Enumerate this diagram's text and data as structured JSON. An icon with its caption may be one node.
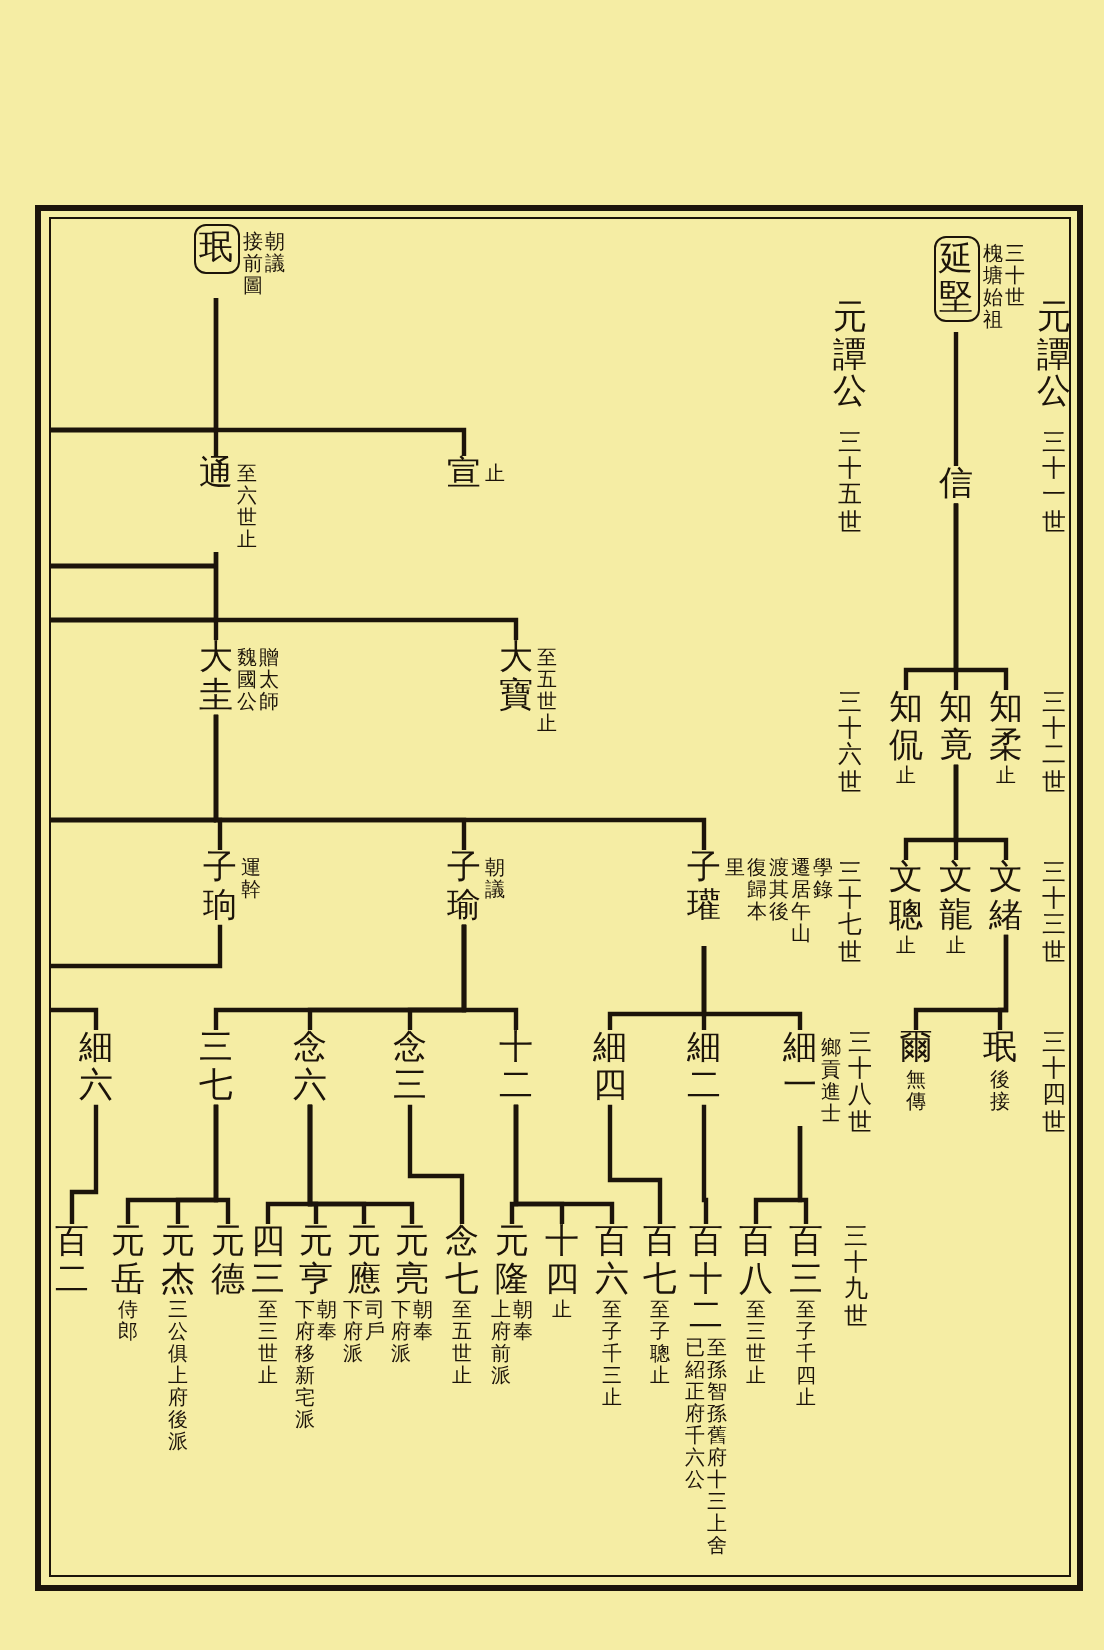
{
  "diagram": {
    "nodes": [
      {
        "text": [
          "延堅"
        ],
        "beside": [
          "三十世",
          "槐塘始祖"
        ]
      },
      {
        "text": [
          "信"
        ]
      },
      {
        "text": [
          "知柔"
        ],
        "beside": [
          "止"
        ]
      },
      {
        "text": [
          "知竟"
        ]
      },
      {
        "text": [
          "知侃"
        ],
        "beside": [
          "止"
        ]
      },
      {
        "text": [
          "文緒"
        ]
      },
      {
        "text": [
          "文龍"
        ],
        "beside": [
          "止"
        ]
      },
      {
        "text": [
          "文聰"
        ],
        "beside": [
          "止"
        ]
      },
      {
        "text": [
          "珉"
        ],
        "beside": [
          "後接"
        ]
      },
      {
        "text": [
          "爾"
        ],
        "beside": [
          "無傳"
        ]
      },
      {
        "text": [
          "珉"
        ],
        "beside": [
          "朝議",
          "接前圖"
        ]
      },
      {
        "text": [
          "宣"
        ],
        "beside": [
          "止"
        ]
      },
      {
        "text": [
          "通"
        ],
        "beside": [
          "至六世止"
        ]
      },
      {
        "text": [
          "大寶"
        ],
        "beside": [
          "至五世止"
        ]
      },
      {
        "text": [
          "大圭"
        ],
        "beside": [
          "贈太師",
          "魏國公"
        ]
      },
      {
        "text": [
          "子瓘"
        ],
        "beside": [
          "學錄",
          "遷居午山",
          "渡其後",
          "復歸本",
          "里"
        ]
      },
      {
        "text": [
          "子瑜"
        ],
        "beside": [
          "朝議"
        ]
      },
      {
        "text": [
          "子珦"
        ],
        "beside": [
          "運幹"
        ]
      },
      {
        "text": [
          "細一"
        ],
        "beside": [
          "鄉貢進士"
        ]
      },
      {
        "text": [
          "細二"
        ]
      },
      {
        "text": [
          "細四"
        ]
      },
      {
        "text": [
          "十二"
        ]
      },
      {
        "text": [
          "念三"
        ]
      },
      {
        "text": [
          "念六"
        ]
      },
      {
        "text": [
          "三七"
        ]
      },
      {
        "text": [
          "細六"
        ]
      },
      {
        "text": [
          "百三"
        ],
        "beside": [
          "至子千四止"
        ]
      },
      {
        "text": [
          "百八"
        ],
        "beside": [
          "至三世止"
        ]
      },
      {
        "text": [
          "百十二"
        ],
        "beside": [
          "至孫智孫舊府十三上舍",
          "已紹正府千六公"
        ]
      },
      {
        "text": [
          "百七"
        ],
        "beside": [
          "至子聰止"
        ]
      },
      {
        "text": [
          "百六"
        ],
        "beside": [
          "至子千三止"
        ]
      },
      {
        "text": [
          "十四"
        ],
        "beside": [
          "止"
        ]
      },
      {
        "text": [
          "元隆"
        ],
        "beside": [
          "朝奉",
          "上府前派"
        ]
      },
      {
        "text": [
          "念七"
        ],
        "beside": [
          "至五世止"
        ]
      },
      {
        "text": [
          "元亮"
        ],
        "beside": [
          "朝奉",
          "下府派"
        ]
      },
      {
        "text": [
          "元應"
        ],
        "beside": [
          "司戶",
          "下府派"
        ]
      },
      {
        "text": [
          "元亨"
        ],
        "beside": [
          "朝奉",
          "下府移新宅派"
        ]
      },
      {
        "text": [
          "四三"
        ],
        "beside": [
          "至三世止"
        ]
      },
      {
        "text": [
          "元德"
        ]
      },
      {
        "text": [
          "元杰"
        ],
        "beside": [
          "三公俱上府後派"
        ]
      },
      {
        "text": [
          "元岳"
        ],
        "beside": [
          "侍郎"
        ]
      },
      {
        "text": [
          "百二"
        ]
      }
    ],
    "edges": [
      {
        "from": 0,
        "to": 1,
        "arrow": "none"
      },
      {
        "from": 1,
        "to": 2,
        "arrow": "none"
      },
      {
        "from": 1,
        "to": 3,
        "arrow": "none"
      },
      {
        "from": 1,
        "to": 4,
        "arrow": "none"
      },
      {
        "from": 3,
        "to": 5,
        "arrow": "none"
      },
      {
        "from": 3,
        "to": 6,
        "arrow": "none"
      },
      {
        "from": 3,
        "to": 7,
        "arrow": "none"
      },
      {
        "from": 5,
        "to": 8,
        "arrow": "none"
      },
      {
        "from": 5,
        "to": 9,
        "arrow": "none"
      },
      {
        "from": 10,
        "to": 12,
        "arrow": "none"
      },
      {
        "from": 10,
        "to": 11,
        "arrow": "none"
      },
      {
        "from": 12,
        "to": 14,
        "arrow": "none"
      },
      {
        "from": 12,
        "to": 13,
        "arrow": "none"
      },
      {
        "from": 14,
        "to": 17,
        "arrow": "none"
      },
      {
        "from": 14,
        "to": 16,
        "arrow": "none"
      },
      {
        "from": 14,
        "to": 15,
        "arrow": "none"
      },
      {
        "from": 17,
        "to": null,
        "arrow": "none"
      },
      {
        "from": null,
        "to": 25,
        "arrow": "none"
      },
      {
        "from": 15,
        "to": 18,
        "arrow": "none"
      },
      {
        "from": 15,
        "to": 19,
        "arrow": "none"
      },
      {
        "from": 15,
        "to": 20,
        "arrow": "none"
      },
      {
        "from": 16,
        "to": 21,
        "arrow": "none"
      },
      {
        "from": 16,
        "to": 22,
        "arrow": "none"
      },
      {
        "from": 16,
        "to": 23,
        "arrow": "none"
      },
      {
        "from": 16,
        "to": 24,
        "arrow": "none"
      },
      {
        "from": 18,
        "to": 26,
        "arrow": "none"
      },
      {
        "from": 18,
        "to": 27,
        "arrow": "none"
      },
      {
        "from": 19,
        "to": 28,
        "arrow": "none"
      },
      {
        "from": 20,
        "to": 29,
        "arrow": "none"
      },
      {
        "from": 21,
        "to": 30,
        "arrow": "none"
      },
      {
        "from": 21,
        "to": 31,
        "arrow": "none"
      },
      {
        "from": 21,
        "to": 32,
        "arrow": "none"
      },
      {
        "from": 22,
        "to": 33,
        "arrow": "none"
      },
      {
        "from": 23,
        "to": 34,
        "arrow": "none"
      },
      {
        "from": 23,
        "to": 35,
        "arrow": "none"
      },
      {
        "from": 23,
        "to": 36,
        "arrow": "none"
      },
      {
        "from": 23,
        "to": 37,
        "arrow": "none"
      },
      {
        "from": 24,
        "to": 38,
        "arrow": "none"
      },
      {
        "from": 24,
        "to": 39,
        "arrow": "none"
      },
      {
        "from": 24,
        "to": 40,
        "arrow": "none"
      },
      {
        "from": 25,
        "to": 41,
        "arrow": "none"
      }
    ],
    "labels": [
      "元譚公",
      "三十一世",
      "元譚公",
      "三十五世",
      "三十二世",
      "三十六世",
      "三十三世",
      "三十七世",
      "三十四世",
      "三十八世",
      "三十九世"
    ]
  }
}
